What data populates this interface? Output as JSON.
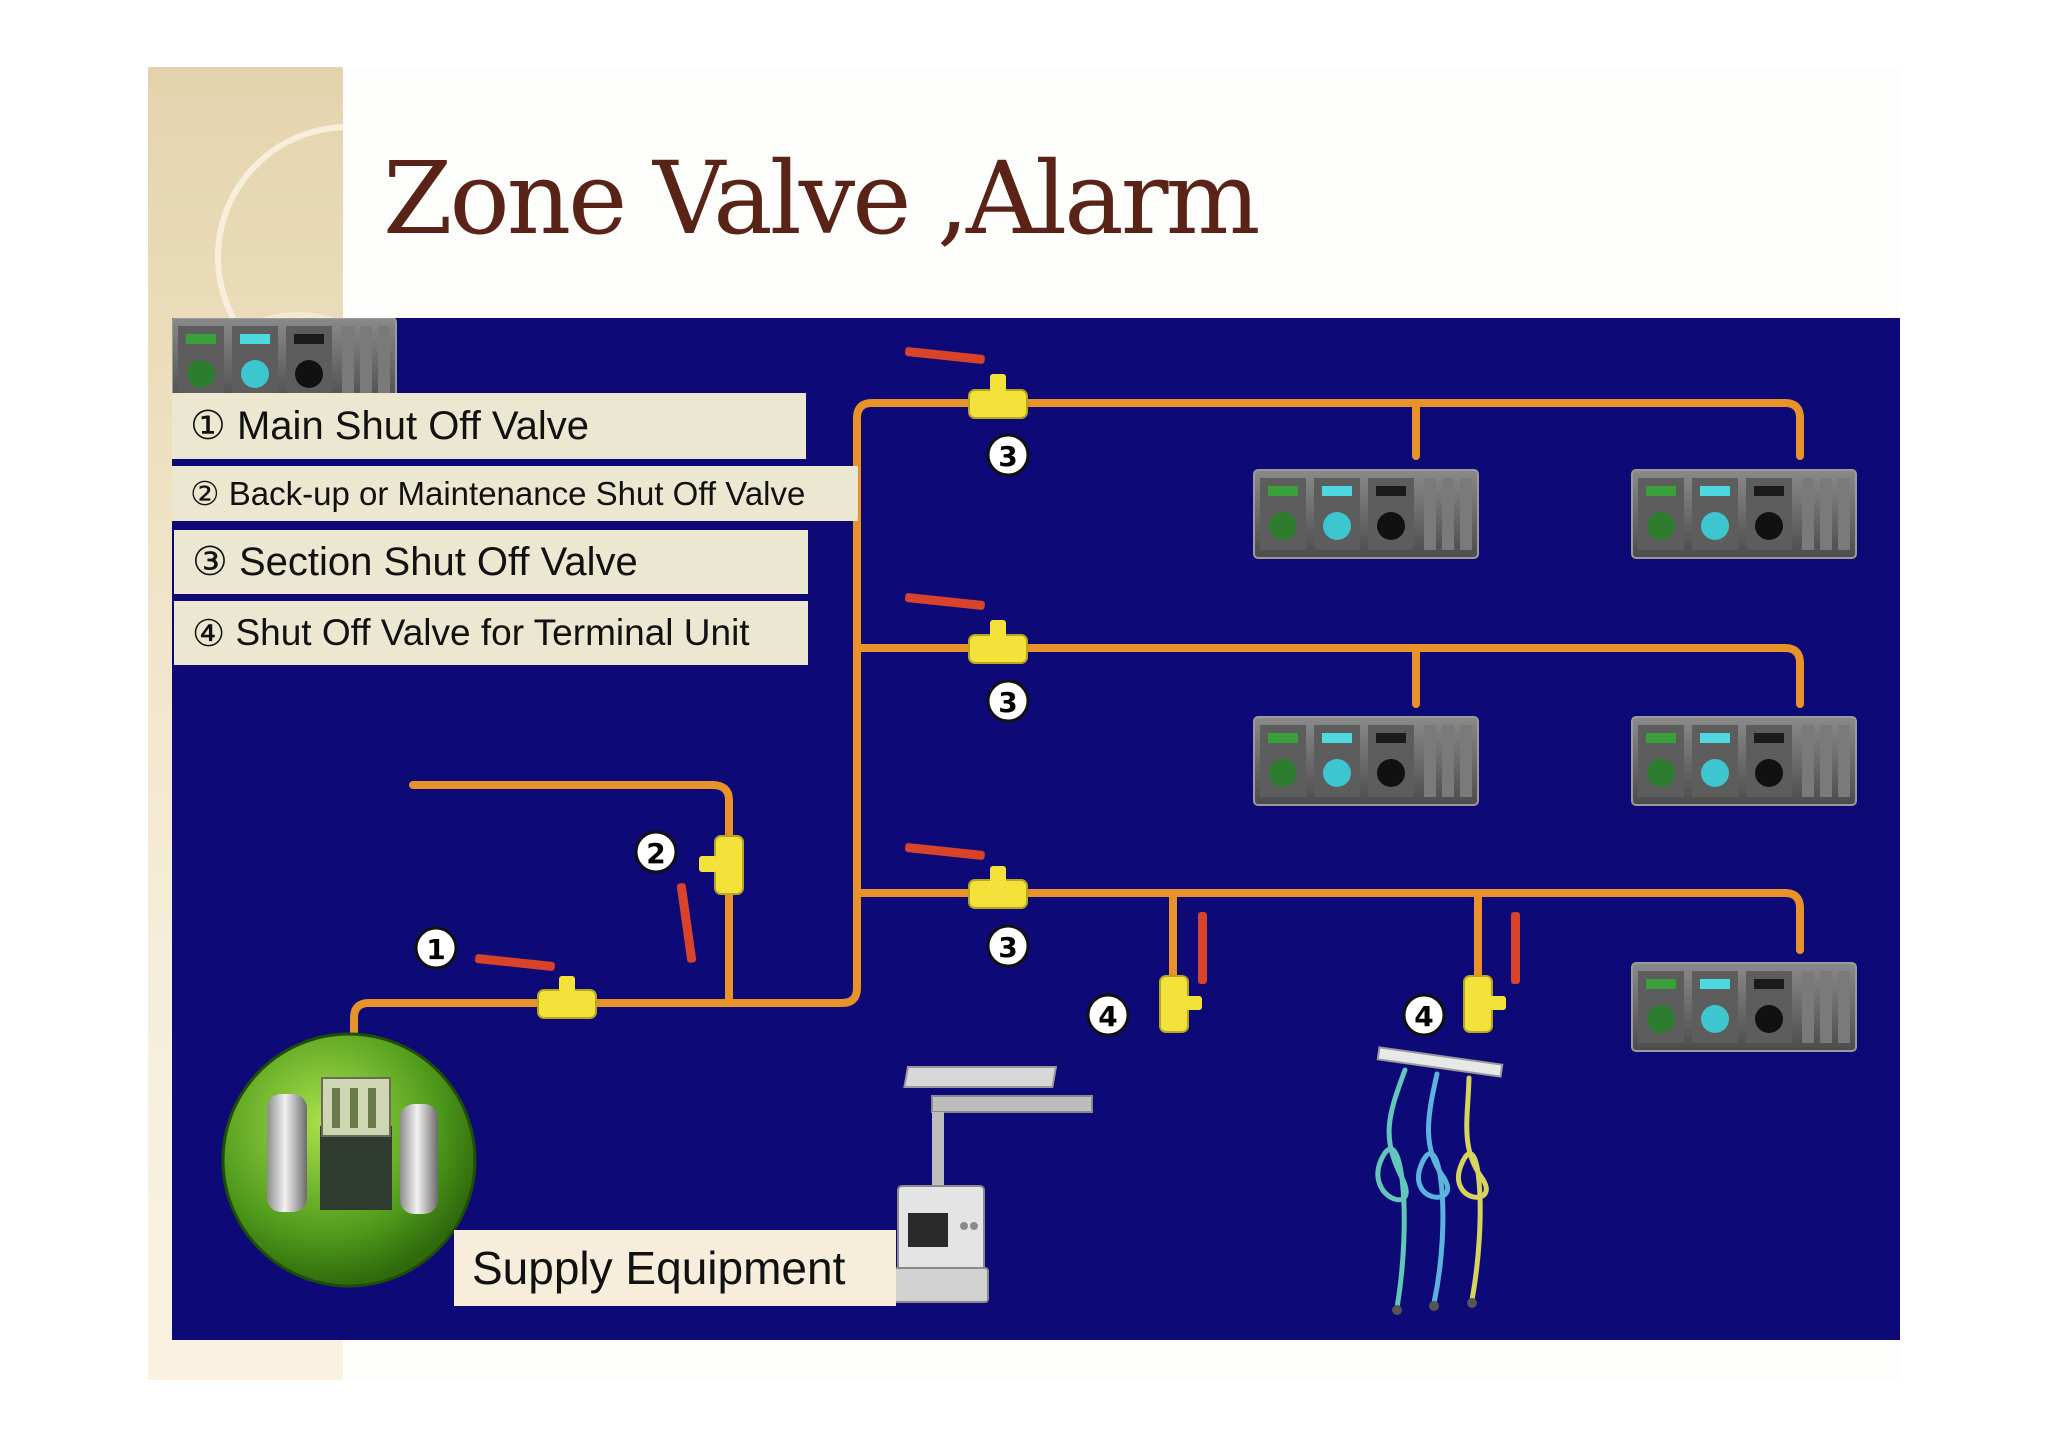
{
  "title": "Zone Valve ,Alarm",
  "legend": [
    {
      "marker": "①",
      "text": "Main Shut Off Valve"
    },
    {
      "marker": "②",
      "text": "Back-up or Maintenance Shut Off Valve"
    },
    {
      "marker": "③",
      "text": "Section Shut Off Valve"
    },
    {
      "marker": "④",
      "text": "Shut Off Valve for Terminal Unit"
    }
  ],
  "supply_label": "Supply Equipment",
  "valve_markers": {
    "main": "1",
    "backup": "2",
    "section_top": "3",
    "section_middle": "3",
    "section_bottom": "3",
    "terminal_left": "4",
    "terminal_right": "4"
  },
  "colors": {
    "panel_background": "#0d0a78",
    "pipe": "#e8922a",
    "valve": "#f2e23a",
    "valve_handle": "#d8432a",
    "title": "#5a2318",
    "legend_background": "#ece7d1"
  }
}
